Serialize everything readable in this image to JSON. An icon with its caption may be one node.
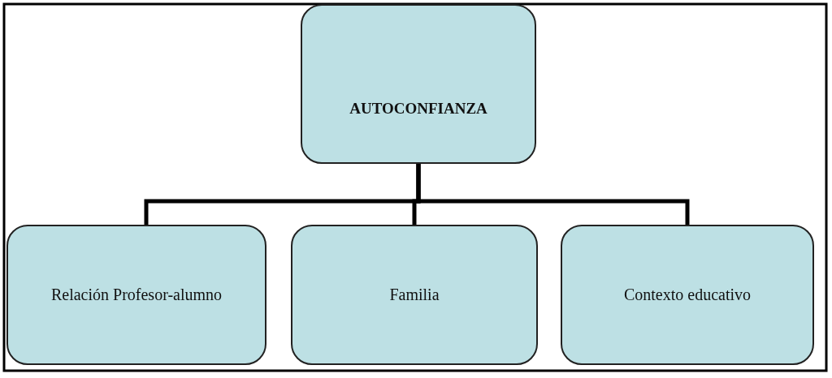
{
  "diagram": {
    "nodes": [
      {
        "text": [
          "AUTOCONFIANZA"
        ]
      },
      {
        "text": [
          "Relación Profesor-alumno"
        ]
      },
      {
        "text": [
          "Familia"
        ]
      },
      {
        "text": [
          "Contexto educativo"
        ]
      }
    ],
    "edges": [
      {
        "from": 0,
        "to": 1,
        "arrow": "none"
      },
      {
        "from": 0,
        "to": 2,
        "arrow": "none"
      },
      {
        "from": 0,
        "to": 3,
        "arrow": "none"
      }
    ]
  }
}
